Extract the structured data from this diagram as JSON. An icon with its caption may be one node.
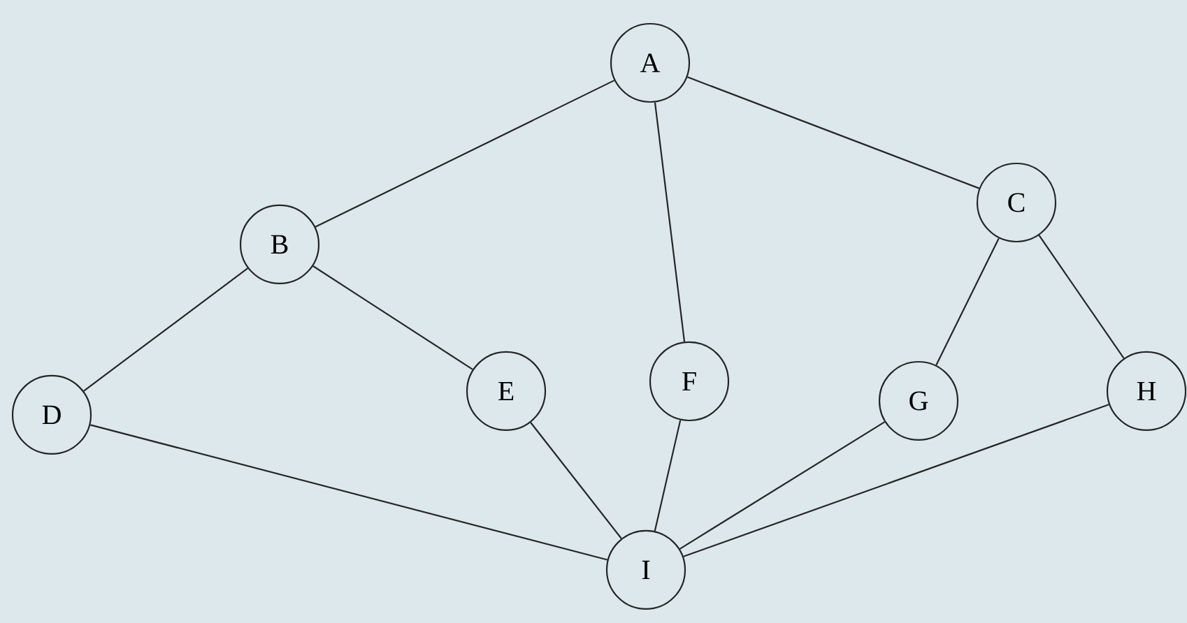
{
  "diagram": {
    "nodes": [
      {
        "text": [
          "A"
        ]
      },
      {
        "text": [
          "B"
        ]
      },
      {
        "text": [
          "C"
        ]
      },
      {
        "text": [
          "D"
        ]
      },
      {
        "text": [
          "E"
        ]
      },
      {
        "text": [
          "F"
        ]
      },
      {
        "text": [
          "G"
        ]
      },
      {
        "text": [
          "H"
        ]
      },
      {
        "text": [
          "I"
        ]
      }
    ],
    "edges": [
      {
        "from": 0,
        "to": 1,
        "arrow": "none"
      },
      {
        "from": 0,
        "to": 5,
        "arrow": "none"
      },
      {
        "from": 0,
        "to": 2,
        "arrow": "none"
      },
      {
        "from": 1,
        "to": 3,
        "arrow": "none"
      },
      {
        "from": 1,
        "to": 4,
        "arrow": "none"
      },
      {
        "from": 2,
        "to": 6,
        "arrow": "none"
      },
      {
        "from": 2,
        "to": 7,
        "arrow": "none"
      },
      {
        "from": 3,
        "to": 8,
        "arrow": "none"
      },
      {
        "from": 4,
        "to": 8,
        "arrow": "none"
      },
      {
        "from": 5,
        "to": 8,
        "arrow": "none"
      },
      {
        "from": 6,
        "to": 8,
        "arrow": "none"
      },
      {
        "from": 7,
        "to": 8,
        "arrow": "none"
      }
    ]
  }
}
